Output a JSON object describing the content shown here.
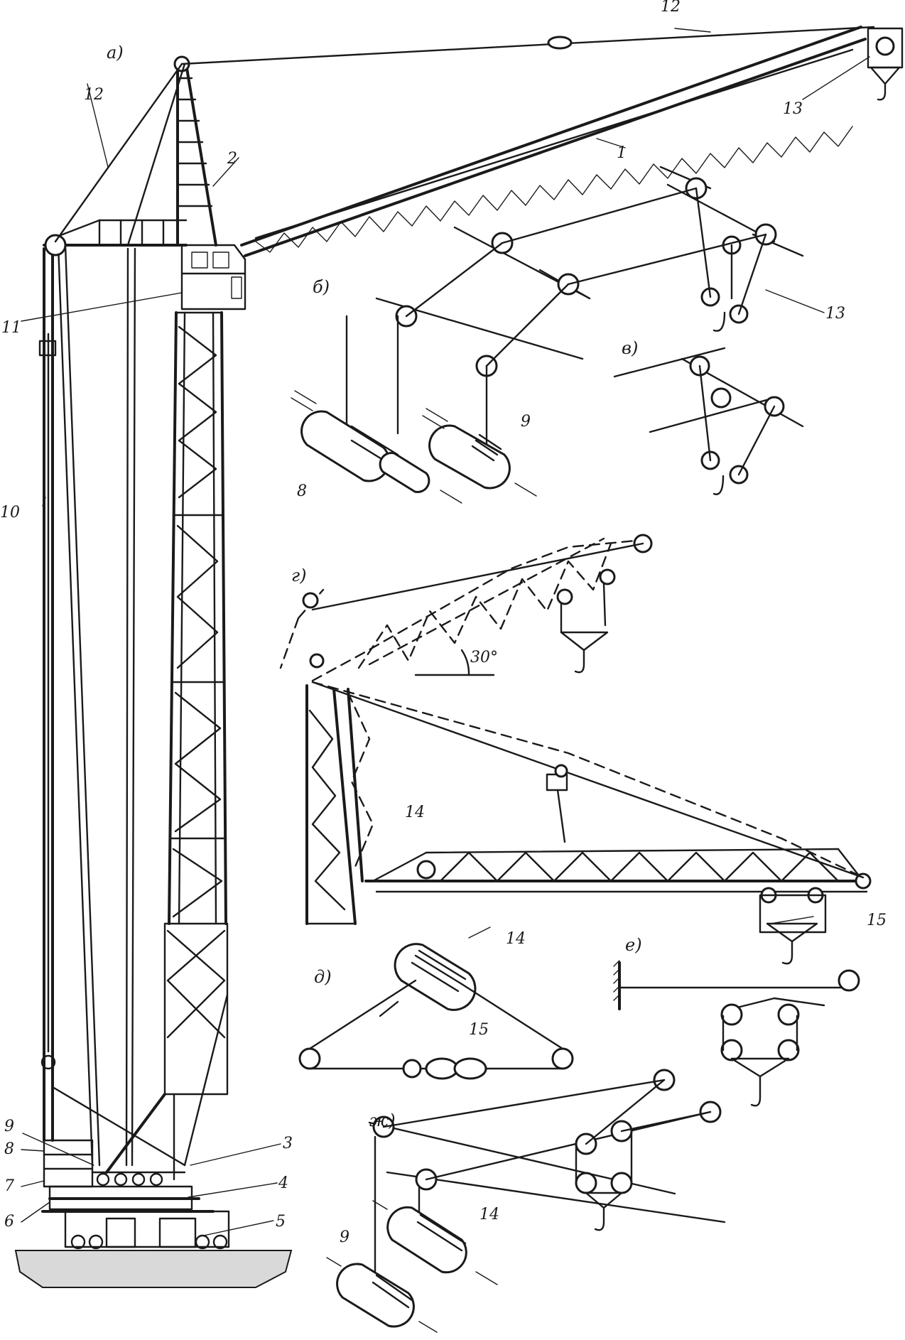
{
  "panels": {
    "a": "а)",
    "b": "б)",
    "v": "в)",
    "g": "г)",
    "d": "д)",
    "e": "е)",
    "zh": "ж)"
  },
  "callouts": {
    "c1": "1",
    "c2": "2",
    "c3": "3",
    "c4": "4",
    "c5": "5",
    "c6": "6",
    "c7": "7",
    "c8": "8",
    "c9": "9",
    "c10": "10",
    "c11": "11",
    "c12a": "12",
    "c12b": "12",
    "c13a": "13",
    "c13b": "13",
    "b8": "8",
    "b9": "9",
    "g14": "14",
    "g15": "15",
    "d14": "14",
    "d15": "15",
    "zh9": "9",
    "zh14": "14"
  },
  "angle_label": "30°"
}
